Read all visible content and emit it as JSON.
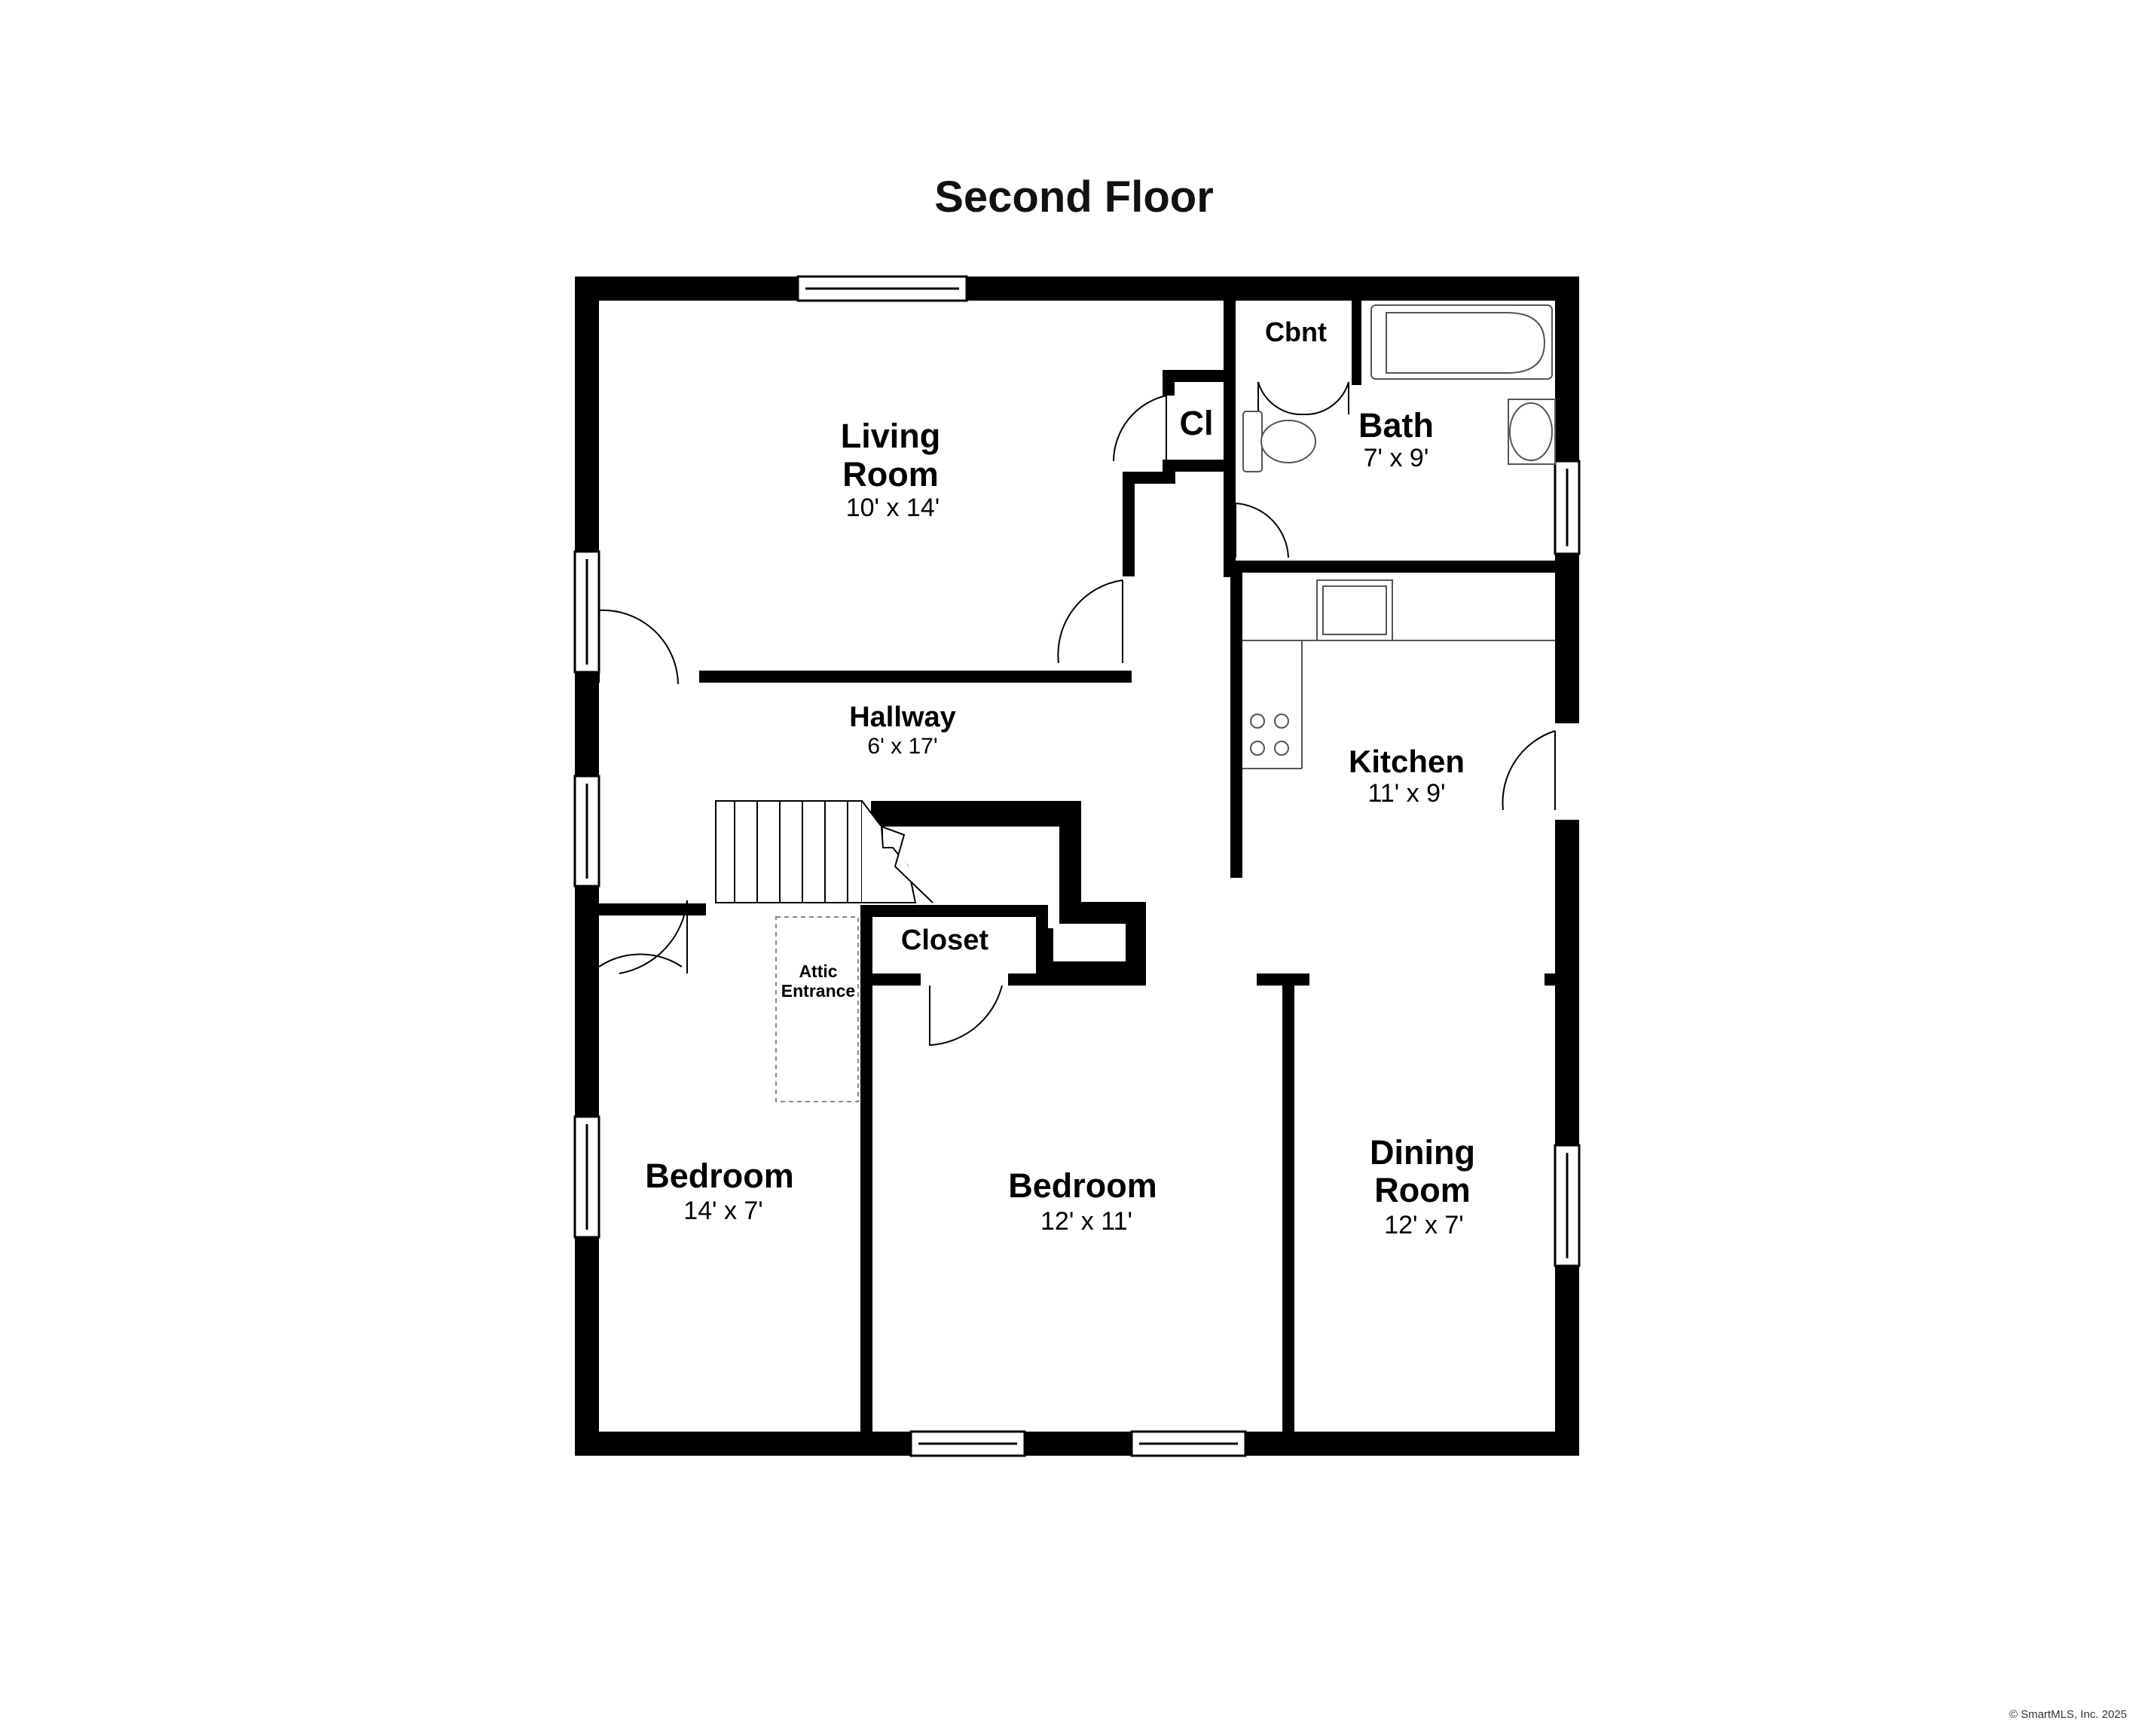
{
  "title": "Second Floor",
  "copyright": "© SmartMLS, Inc. 2025",
  "colors": {
    "wall": "#000000",
    "background": "#ffffff",
    "fixture_fill": "#ffffff",
    "fixture_line": "#555555"
  },
  "rooms": {
    "living_room": {
      "name_line1": "Living",
      "name_line2": "Room",
      "dims": "10' x 14'"
    },
    "closet_small": {
      "name": "Cl"
    },
    "cabinet": {
      "name": "Cbnt"
    },
    "bath": {
      "name": "Bath",
      "dims": "7' x 9'"
    },
    "hallway": {
      "name": "Hallway",
      "dims": "6' x 17'"
    },
    "kitchen": {
      "name": "Kitchen",
      "dims": "11' x 9'"
    },
    "closet": {
      "name": "Closet"
    },
    "attic": {
      "name_line1": "Attic",
      "name_line2": "Entrance"
    },
    "bedroom_left": {
      "name": "Bedroom",
      "dims": "14' x 7'"
    },
    "bedroom_center": {
      "name": "Bedroom",
      "dims": "12' x 11'"
    },
    "dining_room": {
      "name_line1": "Dining",
      "name_line2": "Room",
      "dims": "12' x 7'"
    }
  }
}
